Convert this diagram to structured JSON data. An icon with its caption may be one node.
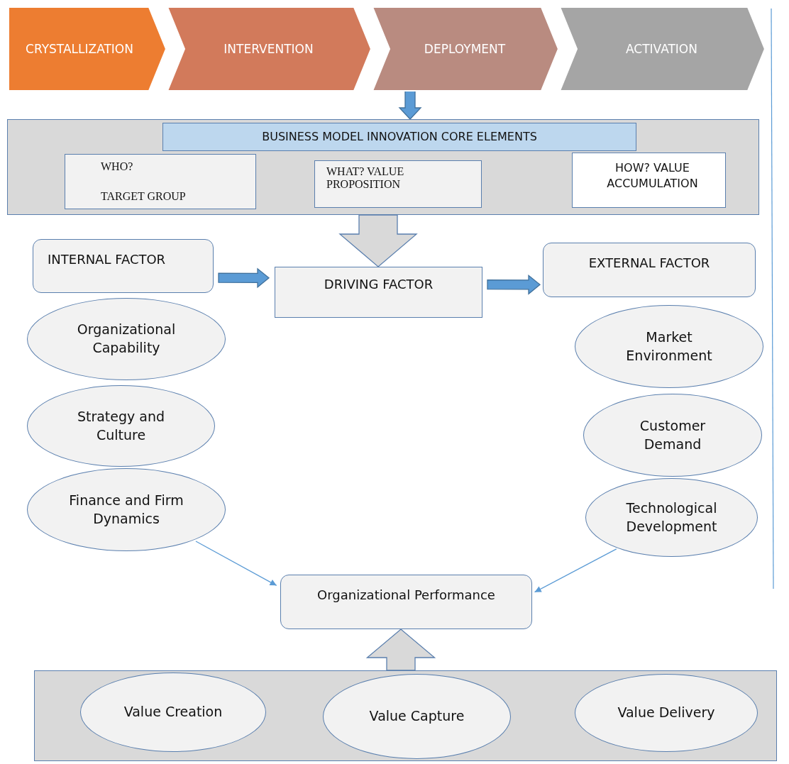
{
  "diagram": {
    "nodes": [
      {
        "text": [
          "CRYSTALLIZATION"
        ]
      },
      {
        "text": [
          "INTERVENTION"
        ]
      },
      {
        "text": [
          "DEPLOYMENT"
        ]
      },
      {
        "text": [
          "ACTIVATION"
        ]
      },
      {
        "text": [],
        "shape": "box"
      },
      {
        "text": [
          "BUSINESS MODEL INNOVATION CORE ELEMENTS"
        ],
        "in": 4
      },
      {
        "text": [
          "WHO?",
          "TARGET GROUP"
        ],
        "in": 4
      },
      {
        "text": [
          "WHAT? VALUE PROPOSITION"
        ],
        "in": 4
      },
      {
        "text": [
          "HOW? VALUE ACCUMULATION"
        ],
        "in": 4
      },
      {
        "text": [
          "INTERNAL FACTOR"
        ]
      },
      {
        "text": [
          "DRIVING FACTOR"
        ]
      },
      {
        "text": [
          "EXTERNAL FACTOR"
        ]
      },
      {
        "text": [
          "Organizational Capability"
        ]
      },
      {
        "text": [
          "Strategy and Culture"
        ]
      },
      {
        "text": [
          "Finance and Firm Dynamics"
        ]
      },
      {
        "text": [
          "Market Environment"
        ]
      },
      {
        "text": [
          "Customer Demand"
        ]
      },
      {
        "text": [
          "Technological Development"
        ]
      },
      {
        "text": [
          "Organizational Performance"
        ]
      },
      {
        "text": [],
        "shape": "box"
      },
      {
        "text": [
          "Value Creation"
        ],
        "in": 19
      },
      {
        "text": [
          "Value Capture"
        ],
        "in": 19
      },
      {
        "text": [
          "Value Delivery"
        ],
        "in": 19
      }
    ],
    "edges": [
      {
        "from": 2,
        "to": 4,
        "arrow": "to",
        "style": "thick"
      },
      {
        "from": 4,
        "to": 10,
        "arrow": "to",
        "style": "thick",
        "color": "#d9d9d9"
      },
      {
        "from": 9,
        "to": 10,
        "arrow": "to",
        "style": "thick"
      },
      {
        "from": 10,
        "to": 11,
        "arrow": "to",
        "style": "thick"
      },
      {
        "from": 14,
        "to": 18,
        "arrow": "to"
      },
      {
        "from": 17,
        "to": 18,
        "arrow": "to"
      },
      {
        "from": 19,
        "to": 18,
        "arrow": "to",
        "style": "thick",
        "color": "#d9d9d9"
      }
    ]
  }
}
